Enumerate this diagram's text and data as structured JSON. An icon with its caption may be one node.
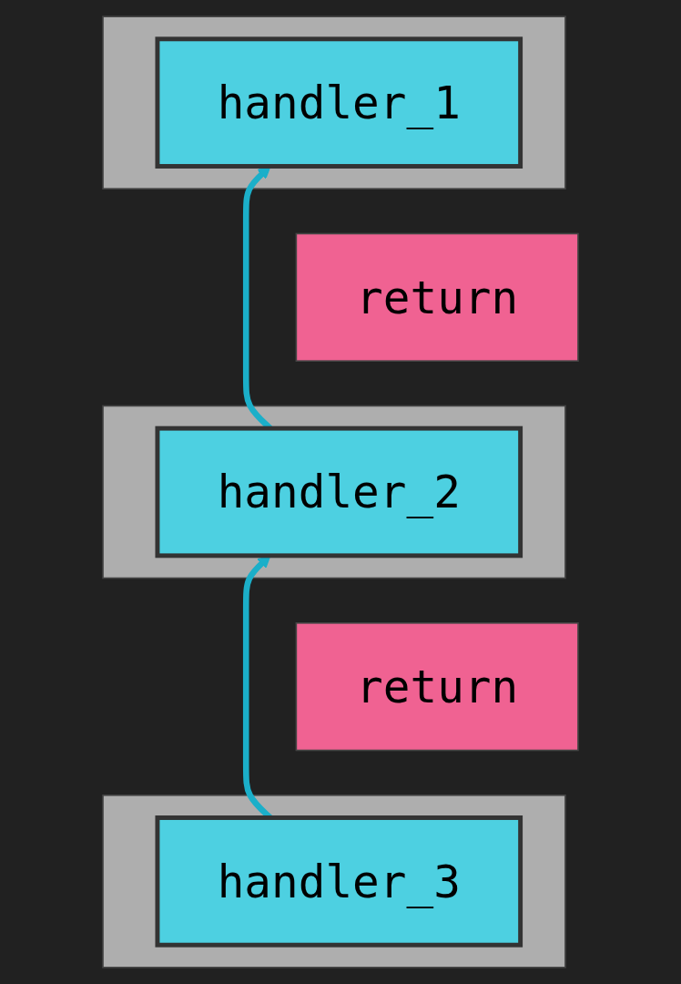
{
  "diagram": {
    "nodes": [
      {
        "text": [],
        "shape": "box"
      },
      {
        "text": [
          "handler_1"
        ],
        "in": 0
      },
      {
        "text": [
          "return"
        ]
      },
      {
        "text": [],
        "shape": "box"
      },
      {
        "text": [
          "handler_2"
        ],
        "in": 3
      },
      {
        "text": [
          "return"
        ]
      },
      {
        "text": [],
        "shape": "box"
      },
      {
        "text": [
          "handler_3"
        ],
        "in": 6
      }
    ],
    "edges": [
      {
        "from": 4,
        "to": 1,
        "arrow": "to"
      },
      {
        "from": 7,
        "to": 4,
        "arrow": "to"
      }
    ]
  }
}
